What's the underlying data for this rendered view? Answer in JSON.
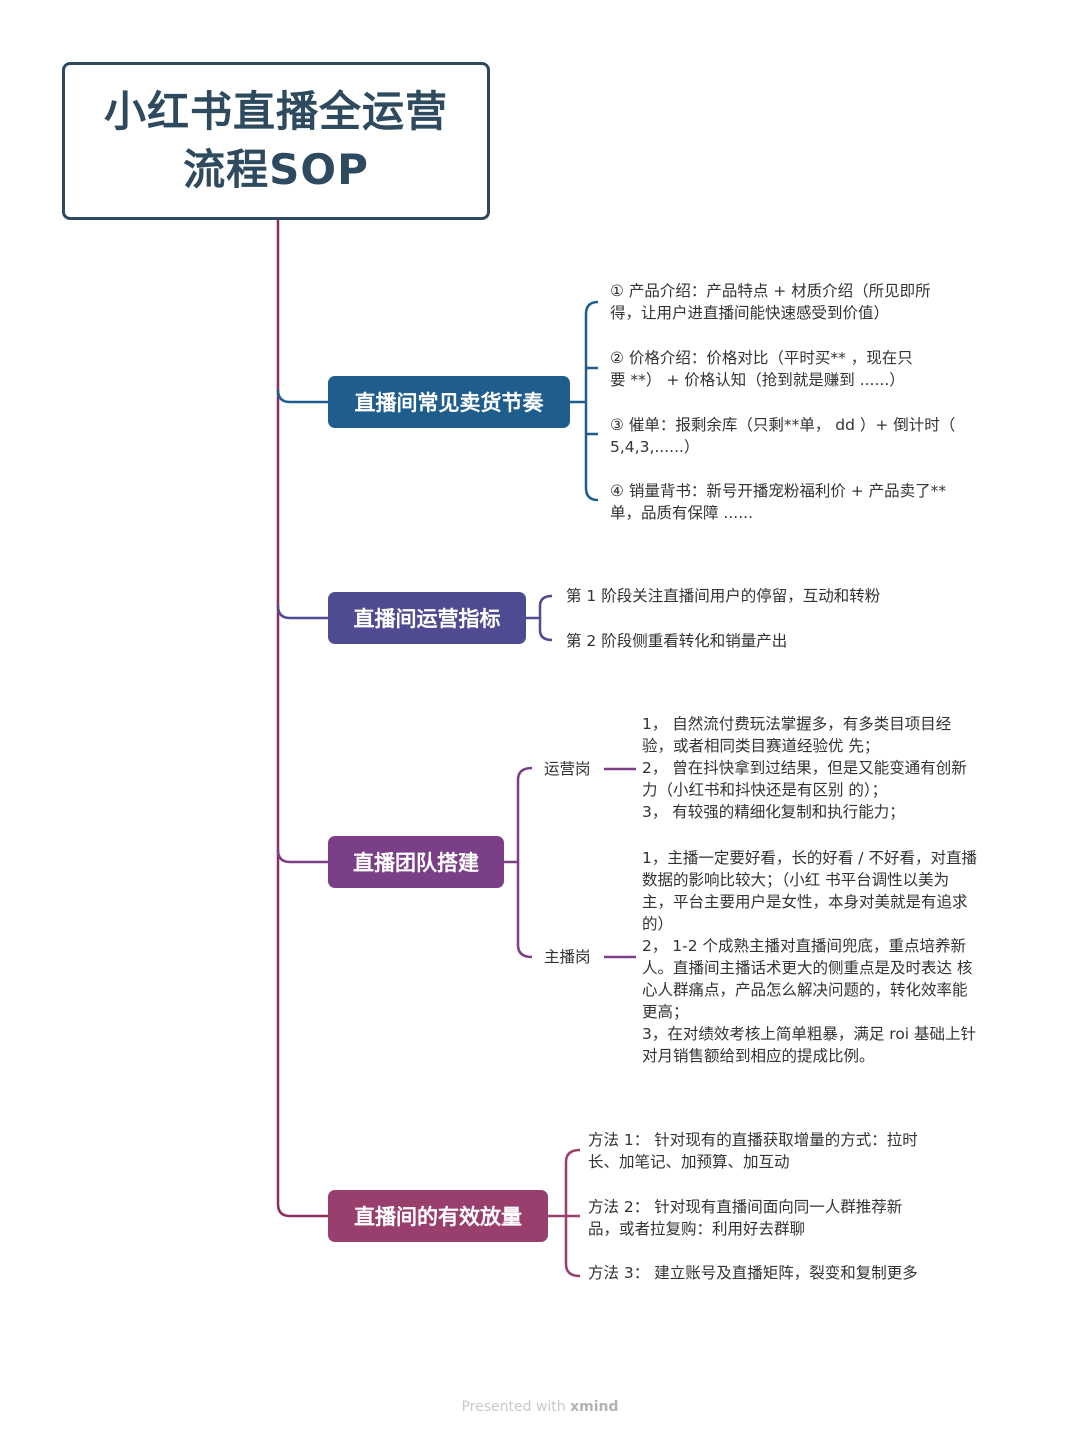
{
  "root": {
    "title_line1": "小红书直播全运营",
    "title_line2": "流程SOP"
  },
  "colors": {
    "root_border": "#2e4a5e",
    "trunk": "#8f2b5f",
    "branch1": "#1f5d8c",
    "branch2": "#4f4b92",
    "branch3": "#7a3f86",
    "branch4": "#983f6e",
    "leaf_text": "#333333"
  },
  "branches": [
    {
      "label": "直播间常见卖货节奏",
      "items": [
        {
          "lines": [
            "① 产品介绍：产品特点 + 材质介绍（所见即所",
            "得，让用户进直播间能快速感受到价值）"
          ]
        },
        {
          "lines": [
            "② 价格介绍：价格对比（平时买** ，现在只",
            "要 **） + 价格认知（抢到就是赚到 ......）"
          ]
        },
        {
          "lines": [
            "③ 催单：报剩余库（只剩**单， dd ）+ 倒计时（",
            "5,4,3,......）"
          ]
        },
        {
          "lines": [
            "④ 销量背书：新号开播宠粉福利价 + 产品卖了**",
            "单，品质有保障 ......"
          ]
        }
      ]
    },
    {
      "label": "直播间运营指标",
      "items": [
        {
          "lines": [
            "第 1 阶段关注直播间用户的停留，互动和转粉"
          ]
        },
        {
          "lines": [
            "第 2 阶段侧重看转化和销量产出"
          ]
        }
      ]
    },
    {
      "label": "直播团队搭建",
      "subs": [
        {
          "label": "运营岗",
          "lines": [
            "1， 自然流付费玩法掌握多，有多类目项目经",
            "验，或者相同类目赛道经验优 先；",
            "2， 曾在抖快拿到过结果，但是又能变通有创新",
            "力（小红书和抖快还是有区别 的）；",
            "3， 有较强的精细化复制和执行能力；"
          ]
        },
        {
          "label": "主播岗",
          "lines": [
            "1，主播一定要好看，长的好看 / 不好看，对直播",
            "数据的影响比较大；（小红 书平台调性以美为",
            "主，平台主要用户是女性，本身对美就是有追求",
            "的）",
            "2， 1-2 个成熟主播对直播间兜底，重点培养新",
            "人。直播间主播话术更大的侧重点是及时表达 核",
            "心人群痛点，产品怎么解决问题的，转化效率能",
            "更高；",
            "3，在对绩效考核上简单粗暴，满足 roi 基础上针",
            "对月销售额给到相应的提成比例。"
          ]
        }
      ]
    },
    {
      "label": "直播间的有效放量",
      "items": [
        {
          "lines": [
            "方法 1： 针对现有的直播获取增量的方式：拉时",
            "长、加笔记、加预算、加互动"
          ]
        },
        {
          "lines": [
            "方法 2： 针对现有直播间面向同一人群推荐新",
            "品，或者拉复购：利用好去群聊"
          ]
        },
        {
          "lines": [
            "方法 3： 建立账号及直播矩阵，裂变和复制更多"
          ]
        }
      ]
    }
  ],
  "footer": {
    "prefix": "Presented with",
    "brand": "xmind"
  }
}
